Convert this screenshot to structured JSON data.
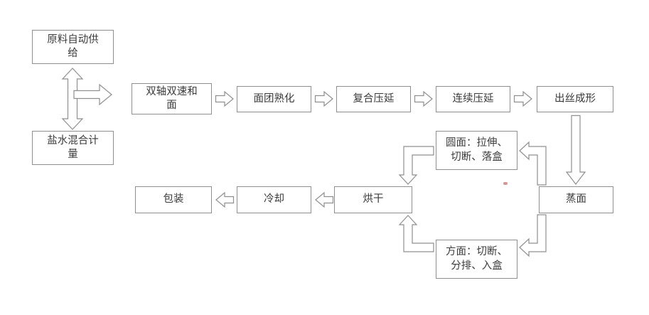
{
  "diagram": {
    "background_color": "#ffffff",
    "line_color": "#8f8f8f",
    "text_color": "#3a3a3a"
  },
  "nodes": {
    "raw_supply": {
      "label": "原料自动供\n给"
    },
    "brine_metering": {
      "label": "盐水混合计\n量"
    },
    "kneading": {
      "label": "双轴双速和\n面"
    },
    "dough_aging": {
      "label": "面团熟化"
    },
    "compound_calendering": {
      "label": "复合压延"
    },
    "continuous_calendering": {
      "label": "连续压延"
    },
    "strand_forming": {
      "label": "出丝成形"
    },
    "steaming": {
      "label": "蒸面"
    },
    "round_noodle": {
      "label": "圆面：拉伸、\n切断、落盒"
    },
    "square_noodle": {
      "label": "方面：切断、\n分排、入盒"
    },
    "drying": {
      "label": "烘干"
    },
    "cooling": {
      "label": "冷却"
    },
    "packaging": {
      "label": "包装"
    }
  },
  "edges": [
    {
      "from": "raw_supply",
      "to": "brine_metering",
      "bidirectional": true
    },
    {
      "from": "brine_metering",
      "to": "kneading"
    },
    {
      "from": "kneading",
      "to": "dough_aging"
    },
    {
      "from": "dough_aging",
      "to": "compound_calendering"
    },
    {
      "from": "compound_calendering",
      "to": "continuous_calendering"
    },
    {
      "from": "continuous_calendering",
      "to": "strand_forming"
    },
    {
      "from": "strand_forming",
      "to": "steaming"
    },
    {
      "from": "steaming",
      "to": "round_noodle"
    },
    {
      "from": "steaming",
      "to": "square_noodle"
    },
    {
      "from": "round_noodle",
      "to": "drying"
    },
    {
      "from": "square_noodle",
      "to": "drying"
    },
    {
      "from": "drying",
      "to": "cooling"
    },
    {
      "from": "cooling",
      "to": "packaging"
    }
  ]
}
